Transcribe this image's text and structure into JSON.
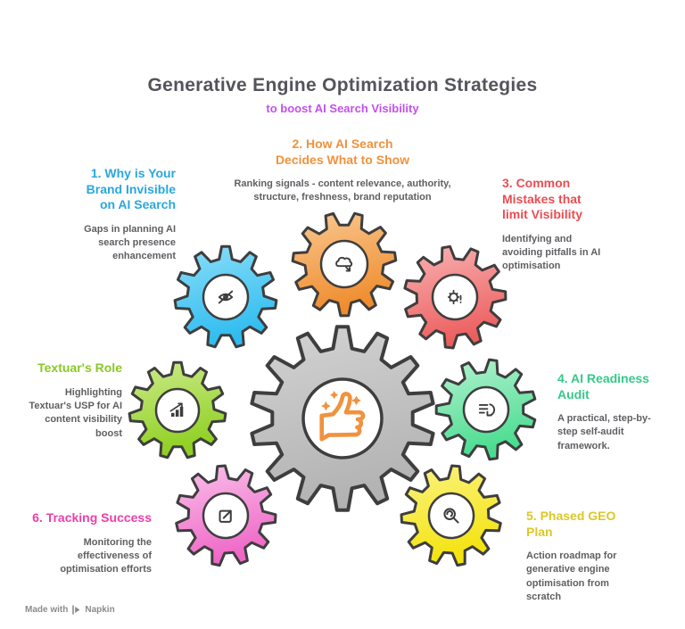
{
  "title": "Generative Engine Optimization Strategies",
  "subtitle": "to boost AI Search Visibility",
  "colors": {
    "title": "#54545c",
    "subtitle": "#c44ff0",
    "description": "#5f5f63",
    "gear_outline": "#3e3e3e",
    "icon_stroke": "#3d3d3d",
    "center_icon": "#f0923f",
    "footer": "#8b8b8b"
  },
  "items": [
    {
      "id": "brand-invisible",
      "heading": "1. Why is Your\nBrand Invisible\non AI Search",
      "description": "Gaps in planning AI\nsearch presence\nenhancement",
      "color": "#2aa7dd"
    },
    {
      "id": "ai-search-decides",
      "heading": "2. How AI Search\nDecides What to Show",
      "description": "Ranking signals - content relevance, authority,\nstructure, freshness, brand reputation",
      "color": "#f0923f"
    },
    {
      "id": "common-mistakes",
      "heading": "3. Common\nMistakes that\nlimit Visibility",
      "description": "Identifying and\navoiding pitfalls in AI\noptimisation",
      "color": "#ea4d52"
    },
    {
      "id": "ai-readiness-audit",
      "heading": "4. AI Readiness\nAudit",
      "description": "A practical, step-by-\nstep self-audit\nframework.",
      "color": "#36c98a"
    },
    {
      "id": "phased-geo-plan",
      "heading": "5. Phased GEO\nPlan",
      "description": "Action roadmap for\ngenerative engine\noptimisation from\nscratch",
      "color": "#dcc728"
    },
    {
      "id": "tracking-success",
      "heading": "6. Tracking Success",
      "description": "Monitoring the\neffectiveness of\noptimisation efforts",
      "color": "#ee3fa8"
    },
    {
      "id": "textuars-role",
      "heading": "Textuar's Role",
      "description": "Highlighting\nTextuar's USP for AI\ncontent visibility\nboost",
      "color": "#8ac828"
    }
  ],
  "gears": {
    "center": {
      "label": "center-gear",
      "icon": "thumbs-up-sparkles-icon",
      "color_light": "#d3d3d3",
      "color_dark": "#b3b3b3"
    },
    "blue": {
      "label": "gear-brand-invisible",
      "icon": "eye-invisible-icon",
      "color_light": "#8adef8",
      "color_dark": "#2fbcf0"
    },
    "orange": {
      "label": "gear-ai-search-decides",
      "icon": "decision-cloud-icon",
      "color_light": "#f9c890",
      "color_dark": "#ef8c2d"
    },
    "red": {
      "label": "gear-common-mistakes",
      "icon": "gear-warning-icon",
      "color_light": "#f9b2b2",
      "color_dark": "#ec5e5e"
    },
    "lime": {
      "label": "gear-textuars-role",
      "icon": "growth-chart-icon",
      "color_light": "#cdea8b",
      "color_dark": "#8fd022"
    },
    "mint": {
      "label": "gear-ai-readiness-audit",
      "icon": "audit-checklist-icon",
      "color_light": "#b4f2d1",
      "color_dark": "#49dc8f"
    },
    "pink": {
      "label": "gear-tracking-success",
      "icon": "tracking-box-icon",
      "color_light": "#f9c1ea",
      "color_dark": "#ef67c7"
    },
    "yellow": {
      "label": "gear-phased-geo-plan",
      "icon": "magnifier-icon",
      "color_light": "#fbf382",
      "color_dark": "#f3e30e"
    }
  },
  "footer": {
    "prefix": "Made with",
    "brand": "Napkin"
  }
}
